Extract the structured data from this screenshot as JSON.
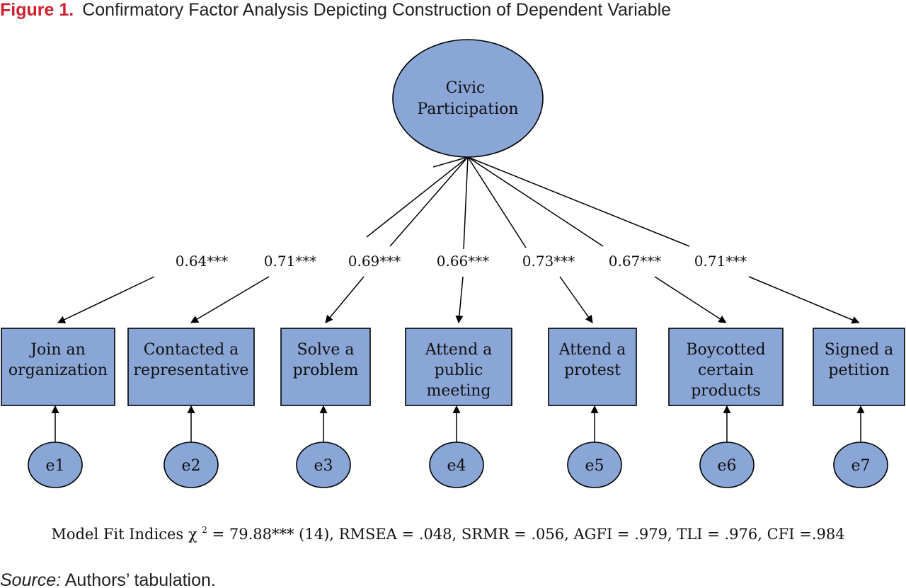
{
  "caption": {
    "label": "Figure 1.",
    "title": "Confirmatory Factor Analysis Depicting Construction of Dependent Variable"
  },
  "latent": {
    "lines": [
      "Civic",
      "Participation"
    ]
  },
  "indicators": [
    {
      "lines": [
        "Join an",
        "organization"
      ],
      "loading": "0.64***",
      "error": "e1"
    },
    {
      "lines": [
        "Contacted a",
        "representative"
      ],
      "loading": "0.71***",
      "error": "e2"
    },
    {
      "lines": [
        "Solve a",
        "problem"
      ],
      "loading": "0.69***",
      "error": "e3"
    },
    {
      "lines": [
        "Attend a",
        "public",
        "meeting"
      ],
      "loading": "0.66***",
      "error": "e4"
    },
    {
      "lines": [
        "Attend a",
        "protest"
      ],
      "loading": "0.73***",
      "error": "e5"
    },
    {
      "lines": [
        "Boycotted",
        "certain",
        "products"
      ],
      "loading": "0.67***",
      "error": "e6"
    },
    {
      "lines": [
        "Signed a",
        "petition"
      ],
      "loading": "0.71***",
      "error": "e7"
    }
  ],
  "fit": {
    "prefix": "Model Fit Indices ",
    "chi_symbol": "χ",
    "chi_sup": "2",
    "rest": " = 79.88*** (14), RMSEA = .048, SRMR = .056, AGFI = .979, TLI = .976, CFI =.984"
  },
  "source": {
    "label": "Source:",
    "text": " Authors’ tabulation."
  },
  "colors": {
    "node_fill": "#8aa6d6",
    "caption_label": "#d0202e"
  }
}
